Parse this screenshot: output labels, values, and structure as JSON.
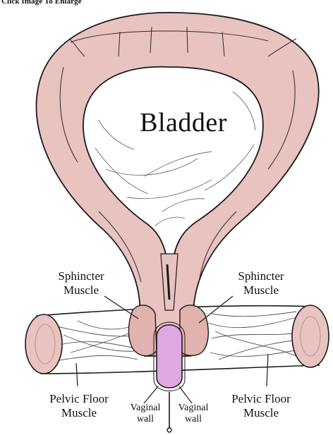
{
  "header": {
    "enlarge_hint": "Click Image To Enlarge"
  },
  "labels": {
    "bladder": "Bladder",
    "sphincter_left": [
      "Sphincter",
      "Muscle"
    ],
    "sphincter_right": [
      "Sphincter",
      "Muscle"
    ],
    "pelvic_left": [
      "Pelvic Floor",
      "Muscle"
    ],
    "pelvic_right": [
      "Pelvic Floor",
      "Muscle"
    ],
    "vaginal_left": [
      "Vaginal",
      "wall"
    ],
    "vaginal_right": [
      "Vaginal",
      "wall"
    ]
  },
  "colors": {
    "tissue": "#e9c3c0",
    "tissue_dark": "#d7a9a6",
    "urethra_fill": "#e0a8e0",
    "cavity": "#ffffff",
    "ink": "#1a1a1a"
  }
}
